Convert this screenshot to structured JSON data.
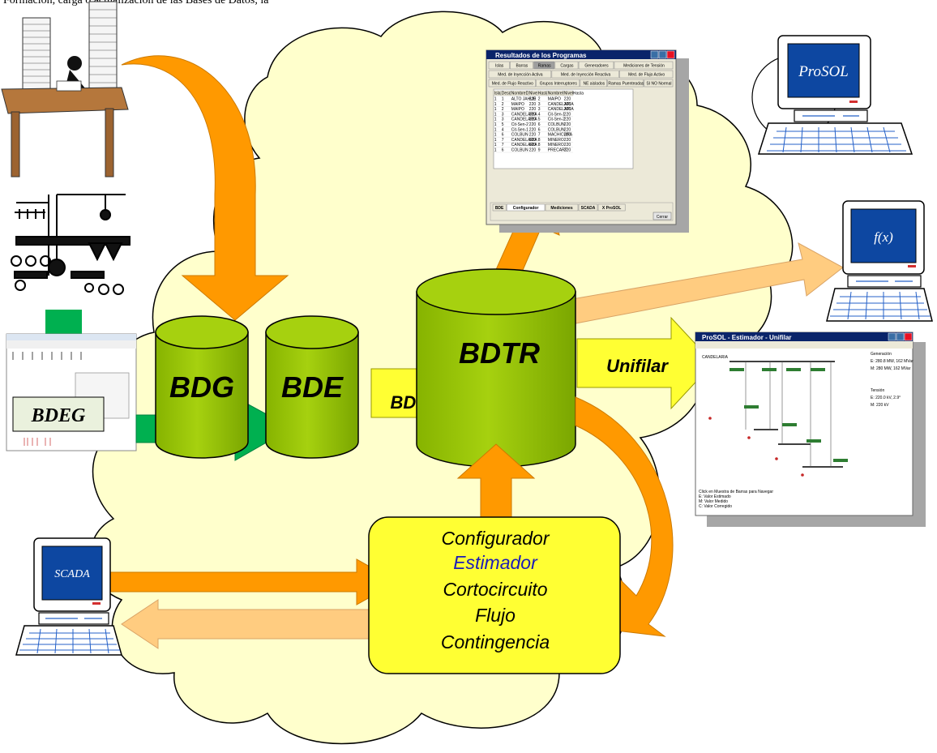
{
  "header": {
    "clipped_text": "Formación, carga o actualización de las Bases de Datos, la"
  },
  "databases": {
    "bdg": "BDG",
    "bde": "BDE",
    "bdtr": "BDTR",
    "bdeg": "BDEG"
  },
  "arrows": {
    "bdtr_label": "BDTR",
    "unifilar_label": "Unifilar"
  },
  "programs_box": {
    "items": [
      "Configurador",
      "Estimador",
      "Cortocircuito",
      "Flujo",
      "Contingencia"
    ],
    "highlight_color": "#1b1bb8"
  },
  "terminals": {
    "prosol": "ProSOL",
    "fx": "f(x)",
    "scada": "SCADA"
  },
  "results_window": {
    "title": "Resultados de los Programas",
    "tabs_row1": [
      "Islas",
      "Barras",
      "Ramas",
      "Cargas",
      "Generadores",
      "Mediciones de Tensión"
    ],
    "tabs_row2": [
      "Med. de Inyección Activa",
      "Med. de Inyección Reactiva",
      "Med. de Flujo Activo"
    ],
    "tabs_row3": [
      "Med. de Flujo Reactivo",
      "Grupos Interruptores",
      "NE aislados",
      "Ramas Puenteadas",
      "SI NO Normal"
    ],
    "columns": [
      "Isla",
      "Desde",
      "NombreDesde",
      "NivelDesde",
      "Hasta",
      "NombreHasta",
      "NivelHasta"
    ],
    "rows": [
      [
        "1",
        "1",
        "ALTO JAHUE",
        "220",
        "2",
        "MAIPO",
        "220"
      ],
      [
        "1",
        "2",
        "MAIPO",
        "220",
        "3",
        "CANDELARIA",
        "220"
      ],
      [
        "1",
        "2",
        "MAIPO",
        "220",
        "3",
        "CANDELARIA",
        "220"
      ],
      [
        "1",
        "3",
        "CANDELARIA",
        "220",
        "4",
        "Cit-Sen-1",
        "220"
      ],
      [
        "1",
        "3",
        "CANDELARIA",
        "220",
        "5",
        "Cit-Sen-2",
        "220"
      ],
      [
        "1",
        "5",
        "Cit-Sen-2",
        "220",
        "6",
        "COLBUN",
        "220"
      ],
      [
        "1",
        "4",
        "Cit-Sen-1",
        "220",
        "6",
        "COLBUN",
        "220"
      ],
      [
        "1",
        "6",
        "COLBUN",
        "220",
        "7",
        "MACHICURA",
        "220"
      ],
      [
        "1",
        "7",
        "CANDELARIA",
        "220",
        "8",
        "MINERO",
        "220"
      ],
      [
        "1",
        "7",
        "CANDELARIA",
        "220",
        "8",
        "MINERO",
        "220"
      ],
      [
        "1",
        "6",
        "COLBUN",
        "220",
        "9",
        "PRECART",
        "220"
      ]
    ],
    "bottom_tabs": [
      "BDE",
      "Configurador",
      "Mediciones",
      "SCADA",
      "X ProSOL"
    ],
    "close_button": "Cerrar"
  },
  "unifilar_window": {
    "title": "ProSOL - Estimador - Unifilar",
    "bus_label": "CANDELARIA",
    "right_labels": [
      "Generación",
      "E: 280.8 MW, 162 MVar",
      "M: 280 MW, 162 MVar",
      "Tensión",
      "E: 220.0 kV, 2.9°",
      "M: 220 kV"
    ],
    "footer_labels": [
      "Click en Muestra de Barras para Navegar",
      "E: Valor Estimado",
      "M: Valor Medido",
      "C: Valor Corregido"
    ]
  },
  "colors": {
    "cloud": "#ffffcc",
    "cylinder": "#99cc00",
    "orange_arrow": "#ff9900",
    "light_orange_arrow": "#ffcc80",
    "yellow_arrow": "#ffff33",
    "green_arrow": "#00b050",
    "program_box": "#ffff33",
    "terminal_screen": "#0d47a1"
  }
}
